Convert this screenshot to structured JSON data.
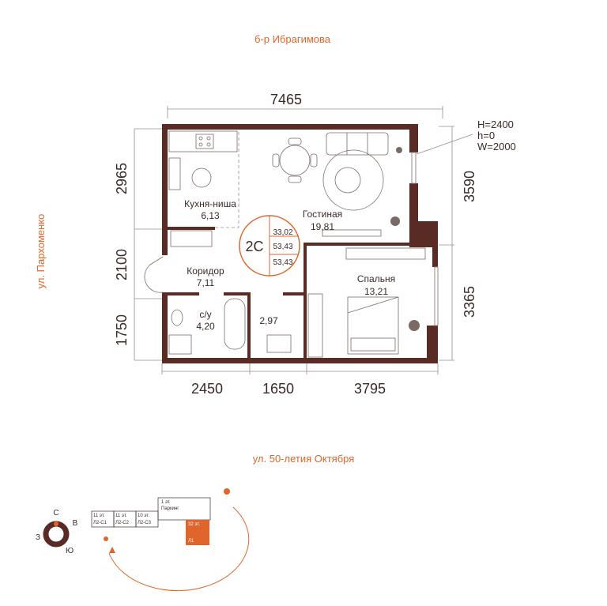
{
  "streets": {
    "top": "б-р Ибрагимова",
    "left": "ул. Пархоменко",
    "bottom": "ул. 50-летия Октября"
  },
  "dimensions": {
    "top": "7465",
    "left_top": "2965",
    "left_mid": "2100",
    "left_bottom": "1750",
    "right_top": "3590",
    "right_bottom": "3365",
    "bottom_left": "2450",
    "bottom_mid": "1650",
    "bottom_right": "3795"
  },
  "window_spec": [
    "H=2400",
    "h=0",
    "W=2000"
  ],
  "rooms": {
    "kitchen": {
      "name": "Кухня-ниша",
      "area": "6,13"
    },
    "living": {
      "name": "Гостиная",
      "area": "19,81"
    },
    "corridor": {
      "name": "Коридор",
      "area": "7,11"
    },
    "bathroom": {
      "name": "с/у",
      "area": "4,20"
    },
    "storage": {
      "area": "2,97"
    },
    "bedroom": {
      "name": "Спальня",
      "area": "13,21"
    }
  },
  "apartment": {
    "type": "2С",
    "areas": [
      "33,02",
      "53,43",
      "53,43"
    ]
  },
  "compass": {
    "n": "С",
    "e": "В",
    "s": "Ю",
    "w": "З"
  },
  "site_plan": {
    "sections": [
      {
        "floors": "11 эт.",
        "name": "Л2-С1"
      },
      {
        "floors": "11 эт.",
        "name": "Л2-С2"
      },
      {
        "floors": "10 эт.",
        "name": "Л2-С3"
      }
    ],
    "parking": {
      "floors": "1 эт.",
      "name": "Паркинг"
    },
    "tower": {
      "floors": "32 эт.",
      "name": "Л1"
    }
  },
  "colors": {
    "wall": "#5a2a24",
    "accent": "#e0652a",
    "line": "#9a8a86"
  }
}
